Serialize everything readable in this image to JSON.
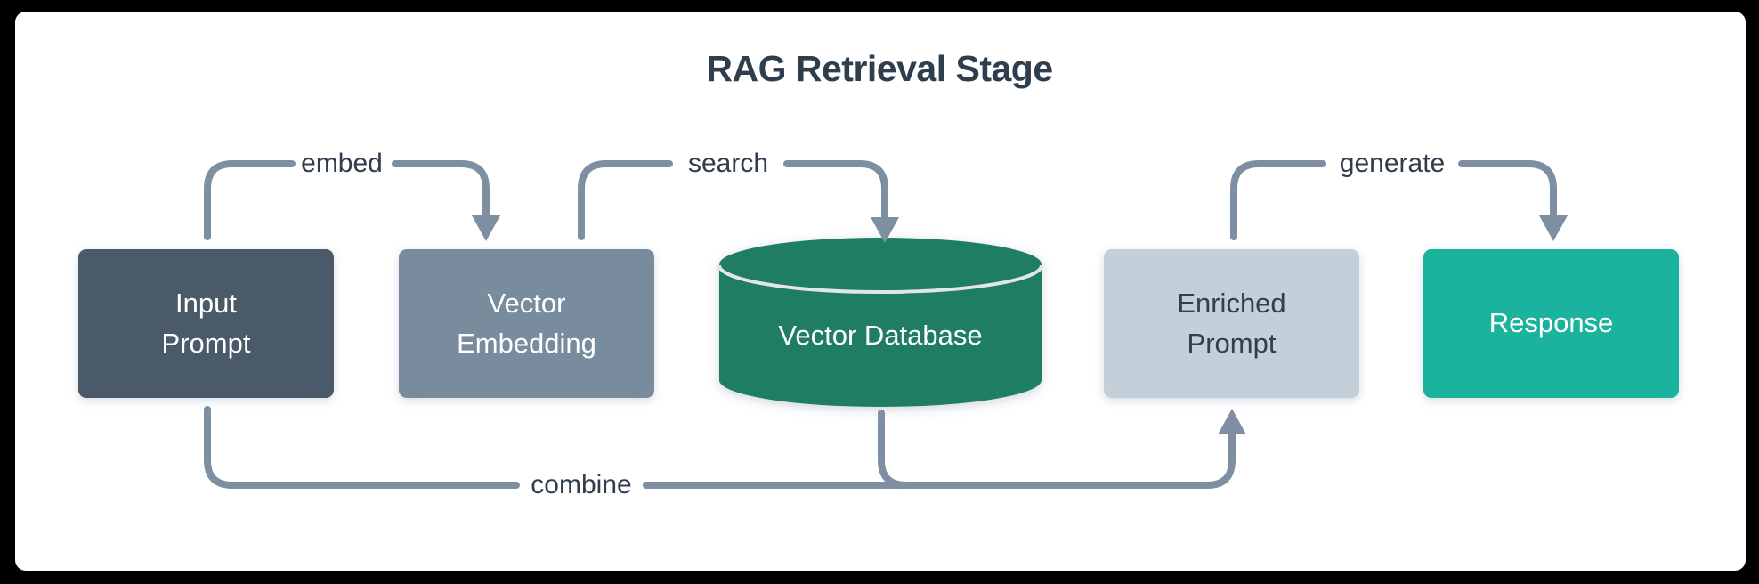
{
  "diagram": {
    "title": "RAG Retrieval Stage",
    "nodes": [
      {
        "id": "input-prompt",
        "label": "Input\nPrompt",
        "shape": "rect",
        "fill": "#4A5A69",
        "text_color": "#FFFFFF"
      },
      {
        "id": "vector-embedding",
        "label": "Vector\nEmbedding",
        "shape": "rect",
        "fill": "#788C9E",
        "text_color": "#FFFFFF"
      },
      {
        "id": "vector-database",
        "label": "Vector Database",
        "shape": "cylinder",
        "fill": "#1F7D63",
        "text_color": "#FFFFFF"
      },
      {
        "id": "enriched-prompt",
        "label": "Enriched\nPrompt",
        "shape": "rect",
        "fill": "#C3CFD9",
        "text_color": "#31404D"
      },
      {
        "id": "response",
        "label": "Response",
        "shape": "rect",
        "fill": "#1BB29E",
        "text_color": "#FFFFFF"
      }
    ],
    "edges": [
      {
        "label": "embed",
        "from": "input-prompt",
        "to": "vector-embedding"
      },
      {
        "label": "search",
        "from": "vector-embedding",
        "to": "vector-database"
      },
      {
        "label": "generate",
        "from": "enriched-prompt",
        "to": "response"
      },
      {
        "label": "combine",
        "from": "input-prompt",
        "to": "enriched-prompt",
        "via": "vector-database"
      }
    ],
    "colors": {
      "arrow": "#7D8FA1",
      "title_text": "#2F3E4C",
      "edge_label_text": "#2F3E4C",
      "cylinder_rim_line": "#E3E6E6",
      "panel_bg": "#FFFFFF",
      "frame_bg": "#000000"
    }
  }
}
